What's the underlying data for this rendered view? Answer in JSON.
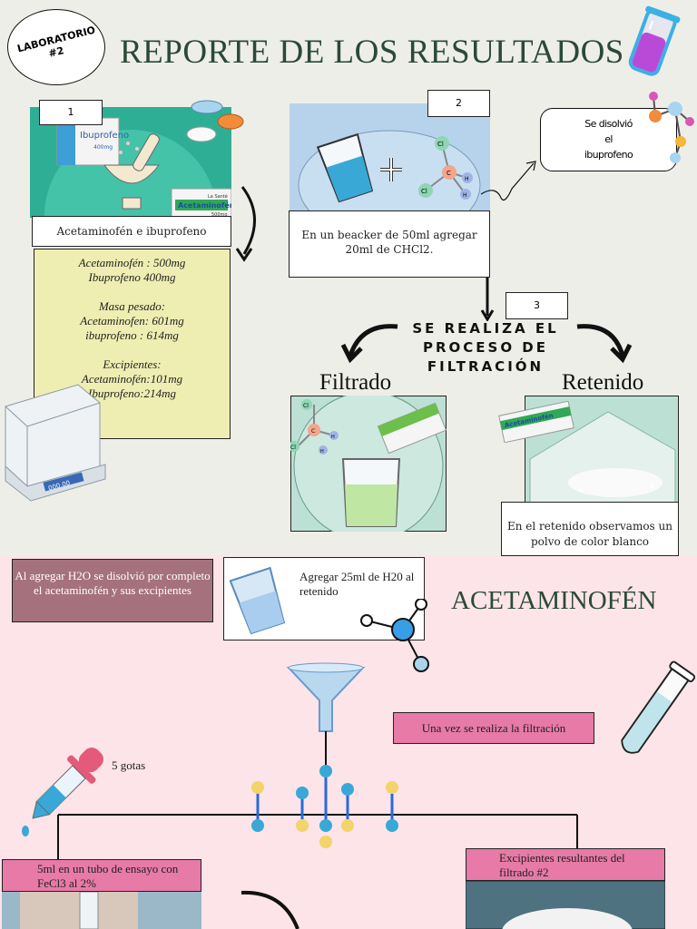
{
  "badge": {
    "line1": "LABORATORIO",
    "line2": "#2"
  },
  "title": "REPORTE DE LOS RESULTADOS",
  "step1": {
    "number": "1",
    "caption": "Acetaminofén e ibuprofeno"
  },
  "med_labels": {
    "ibuprofeno": "Ibuprofeno",
    "ibu_dose": "400mg",
    "acetaminofen": "Acetaminofén",
    "acet_dose": "500mg",
    "brand": "La Santé"
  },
  "results": {
    "dose1": "Acetaminofén : 500mg",
    "dose2": "Ibuprofeno 400mg",
    "weighed_title": "Masa pesado:",
    "weighed1": "Acetaminofen: 601mg",
    "weighed2": "ibuprofeno : 614mg",
    "excip_title": "Excipientes:",
    "excip1": "Acetaminofén:101mg",
    "excip2": "Ibuprofeno:214mg"
  },
  "balance_display": "000.00",
  "step2": {
    "number": "2",
    "caption": "En un beacker de 50ml agregar 20ml de CHCl2."
  },
  "molecule_atoms": {
    "cl": "Cl",
    "c": "C",
    "h": "H"
  },
  "dissolved_note": {
    "line1": "Se disolvió",
    "line2": "el",
    "line3": "ibuprofeno"
  },
  "step3": {
    "number": "3"
  },
  "process": {
    "line1": "SE REALIZA EL",
    "line2": "PROCESO DE",
    "line3": "FILTRACIÓN"
  },
  "filtrado_label": "Filtrado",
  "retenido_label": "Retenido",
  "retenido_note": "En el retenido observamos un polvo de color blanco",
  "dissolve_h2o_note": "Al agregar H2O se disolvió por completo el acetaminofén y sus excipientes",
  "add_water_note": "Agregar 25ml de H20 al retenido",
  "acetaminofen_title": "ACETAMINOFÉN",
  "after_filtration_note": "Una vez se realiza la filtración",
  "drops_label": "5 gotas",
  "test_tube_note": "5ml en un tubo de ensayo con FeCl3 al 2%",
  "excipients_note": "Excipientes resultantes del filtrado #2",
  "colors": {
    "title_green": "#2a4a35",
    "panel_teal": "#bde0d5",
    "panel_blue": "#b7d3ec",
    "yellow_panel": "#eeeeb2",
    "pink_bg": "#fce4e8",
    "pink_box": "#e77aa6",
    "mauve_box": "#a5717d"
  }
}
